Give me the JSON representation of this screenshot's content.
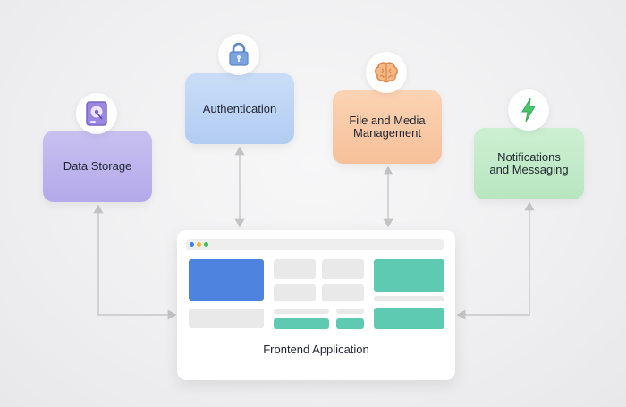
{
  "services": {
    "data_storage": {
      "label": "Data Storage",
      "icon": "hard-drive-icon",
      "color": "#b9aeec"
    },
    "authentication": {
      "label": "Authentication",
      "icon": "lock-icon",
      "color": "#b8d1f4"
    },
    "file_media": {
      "label_line1": "File and Media",
      "label_line2": "Management",
      "icon": "brain-icon",
      "color": "#f8c6a2"
    },
    "notifications": {
      "label_line1": "Notifications",
      "label_line2": "and Messaging",
      "icon": "lightning-icon",
      "color": "#bde8c4"
    }
  },
  "frontend": {
    "label": "Frontend Application",
    "window_dots": [
      "#3b82f6",
      "#f5b82e",
      "#3cc35a"
    ]
  },
  "colors": {
    "arrow": "#c6c6c8",
    "accent_blue": "#4e84e0",
    "accent_teal": "#5ecab2"
  }
}
